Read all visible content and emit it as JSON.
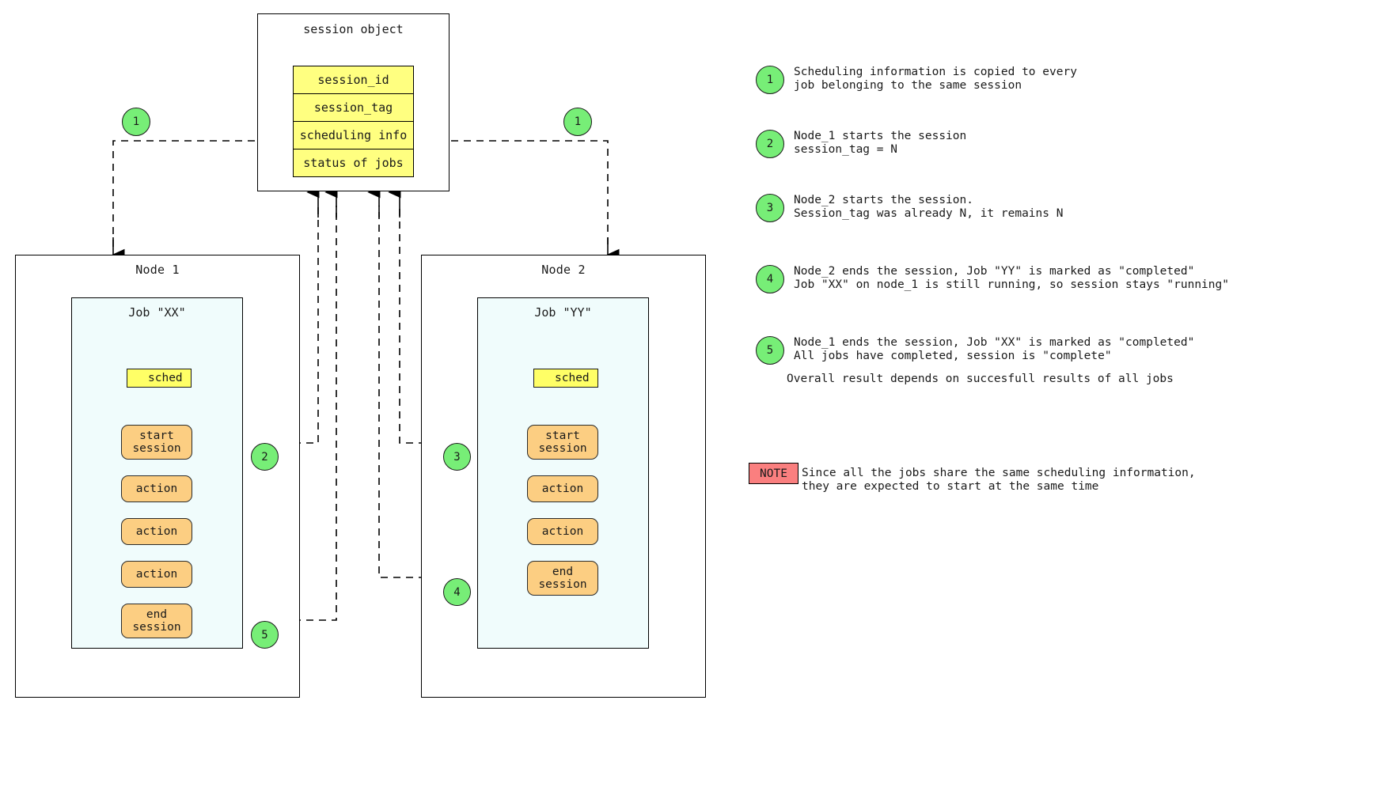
{
  "session_object": {
    "title": "session object",
    "fields": [
      "session_id",
      "session_tag",
      "scheduling info",
      "status of jobs"
    ],
    "field_color": "#ffff80"
  },
  "nodes": [
    {
      "title": "Node 1",
      "job": {
        "title": "Job \"XX\"",
        "sched_label": "sched",
        "steps": [
          "start\nsession",
          "action",
          "action",
          "action",
          "end\nsession"
        ]
      }
    },
    {
      "title": "Node 2",
      "job": {
        "title": "Job \"YY\"",
        "sched_label": "sched",
        "steps": [
          "start\nsession",
          "action",
          "action",
          "end\nsession"
        ]
      }
    }
  ],
  "markers": {
    "left_one": "1",
    "right_one": "1",
    "node1_start": "2",
    "node2_start": "3",
    "node2_end": "4",
    "node1_end": "5"
  },
  "legend": {
    "items": [
      {
        "num": "1",
        "lines": "Scheduling information is copied to every\njob belonging to the same session"
      },
      {
        "num": "2",
        "lines": "Node_1 starts the session\nsession_tag = N"
      },
      {
        "num": "3",
        "lines": "Node_2 starts the session.\nSession_tag was already N, it remains N"
      },
      {
        "num": "4",
        "lines": "Node_2 ends the session, Job \"YY\" is marked as \"completed\"\nJob \"XX\" on node_1 is still running, so session stays \"running\""
      },
      {
        "num": "5",
        "lines": "Node_1 ends the session, Job \"XX\" is marked as \"completed\"\nAll jobs have completed, session is \"complete\""
      }
    ],
    "overall": "Overall result depends on succesfull results of all jobs"
  },
  "note": {
    "badge": "NOTE",
    "badge_color": "#fa7f7f",
    "text": "Since all the jobs share the same scheduling information,\nthey are expected to start at the same time"
  },
  "colors": {
    "step_fill": "#fcce82",
    "job_fill": "#f0fcfc",
    "marker_fill": "#77ee77",
    "sched_fill": "#ffff66"
  }
}
